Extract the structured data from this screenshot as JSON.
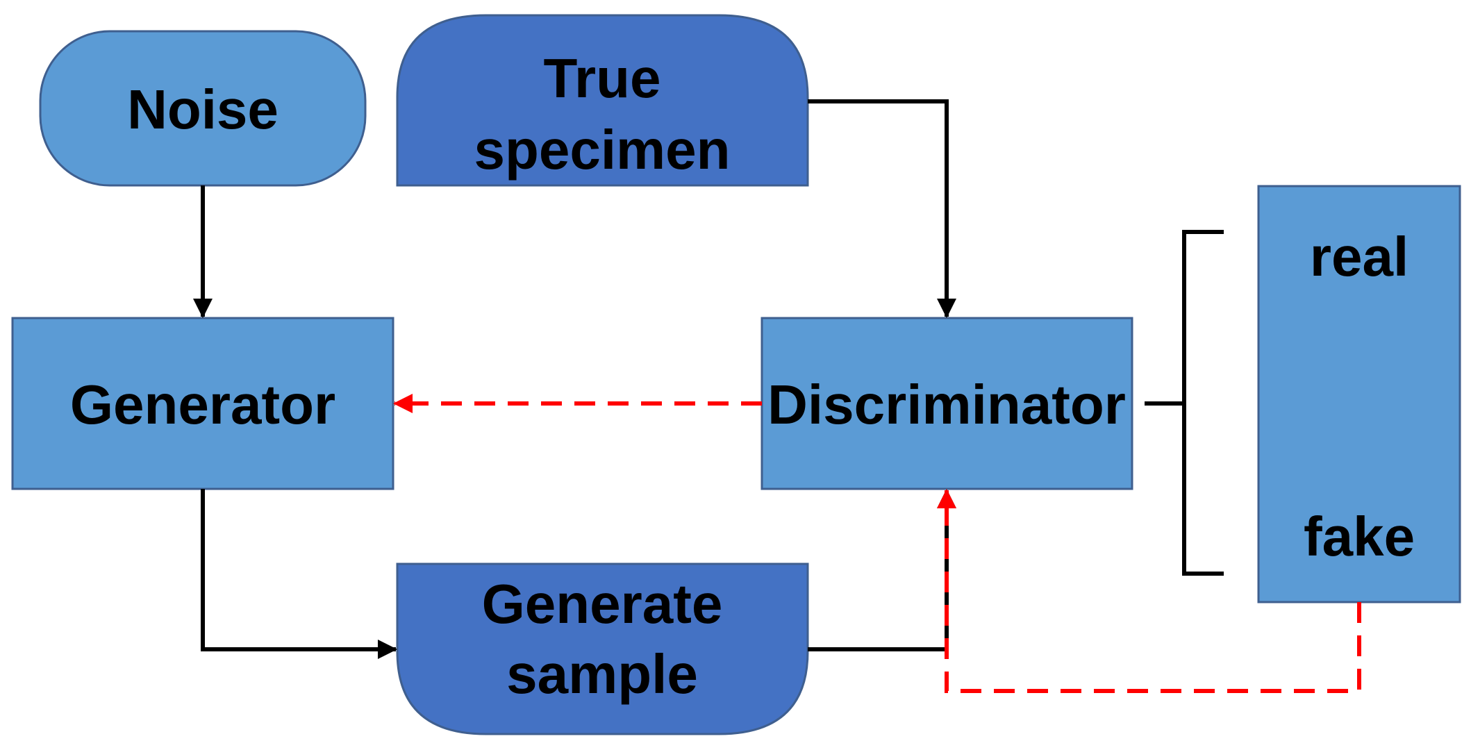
{
  "nodes": {
    "noise": {
      "label": "Noise"
    },
    "true_specimen": {
      "line1": "True",
      "line2": "specimen"
    },
    "generator": {
      "label": "Generator"
    },
    "discriminator": {
      "label": "Discriminator"
    },
    "generate_sample": {
      "line1": "Generate",
      "line2": "sample"
    },
    "output": {
      "real": "real",
      "fake": "fake"
    }
  },
  "colors": {
    "light_blue": "#5b9bd5",
    "dark_blue": "#4472c4",
    "border": "#3f5f8f",
    "arrow": "#000000",
    "feedback": "#ff0000"
  }
}
